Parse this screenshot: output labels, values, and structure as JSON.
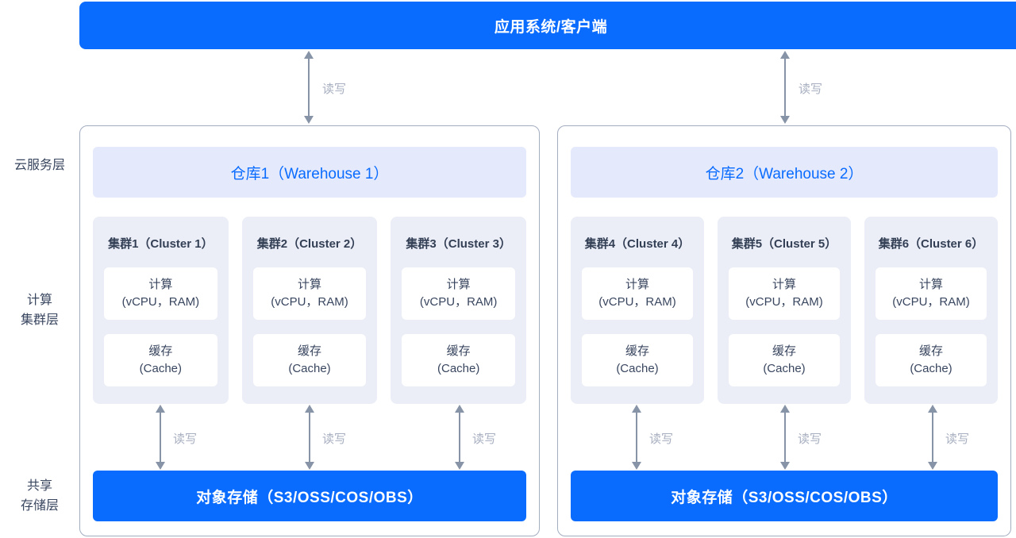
{
  "colors": {
    "primary_blue": "#0A6CFF",
    "warehouse_header_bg": "#E4E9FC",
    "cluster_bg": "#EBEEF7",
    "container_border": "#A3ADC0",
    "arrow": "#8793A7",
    "arrow_label_text": "#A7AFC0",
    "dark_text": "#39465F",
    "white": "#FFFFFF"
  },
  "top_bar": {
    "label": "应用系统/客户端"
  },
  "layer_labels": {
    "cloud_service": "云服务层",
    "compute_line1": "计算",
    "compute_line2": "集群层",
    "storage_line1": "共享",
    "storage_line2": "存储层"
  },
  "arrow_label": "读写",
  "warehouses": [
    {
      "title": "仓库1（Warehouse 1）",
      "storage": "对象存储（S3/OSS/COS/OBS）",
      "clusters": [
        {
          "title": "集群1（Cluster 1）",
          "compute_line1": "计算",
          "compute_line2": "(vCPU，RAM)",
          "cache_line1": "缓存",
          "cache_line2": "(Cache)"
        },
        {
          "title": "集群2（Cluster 2）",
          "compute_line1": "计算",
          "compute_line2": "(vCPU，RAM)",
          "cache_line1": "缓存",
          "cache_line2": "(Cache)"
        },
        {
          "title": "集群3（Cluster 3）",
          "compute_line1": "计算",
          "compute_line2": "(vCPU，RAM)",
          "cache_line1": "缓存",
          "cache_line2": "(Cache)"
        }
      ]
    },
    {
      "title": "仓库2（Warehouse 2）",
      "storage": "对象存储（S3/OSS/COS/OBS）",
      "clusters": [
        {
          "title": "集群4（Cluster 4）",
          "compute_line1": "计算",
          "compute_line2": "(vCPU，RAM)",
          "cache_line1": "缓存",
          "cache_line2": "(Cache)"
        },
        {
          "title": "集群5（Cluster 5）",
          "compute_line1": "计算",
          "compute_line2": "(vCPU，RAM)",
          "cache_line1": "缓存",
          "cache_line2": "(Cache)"
        },
        {
          "title": "集群6（Cluster 6）",
          "compute_line1": "计算",
          "compute_line2": "(vCPU，RAM)",
          "cache_line1": "缓存",
          "cache_line2": "(Cache)"
        }
      ]
    }
  ]
}
